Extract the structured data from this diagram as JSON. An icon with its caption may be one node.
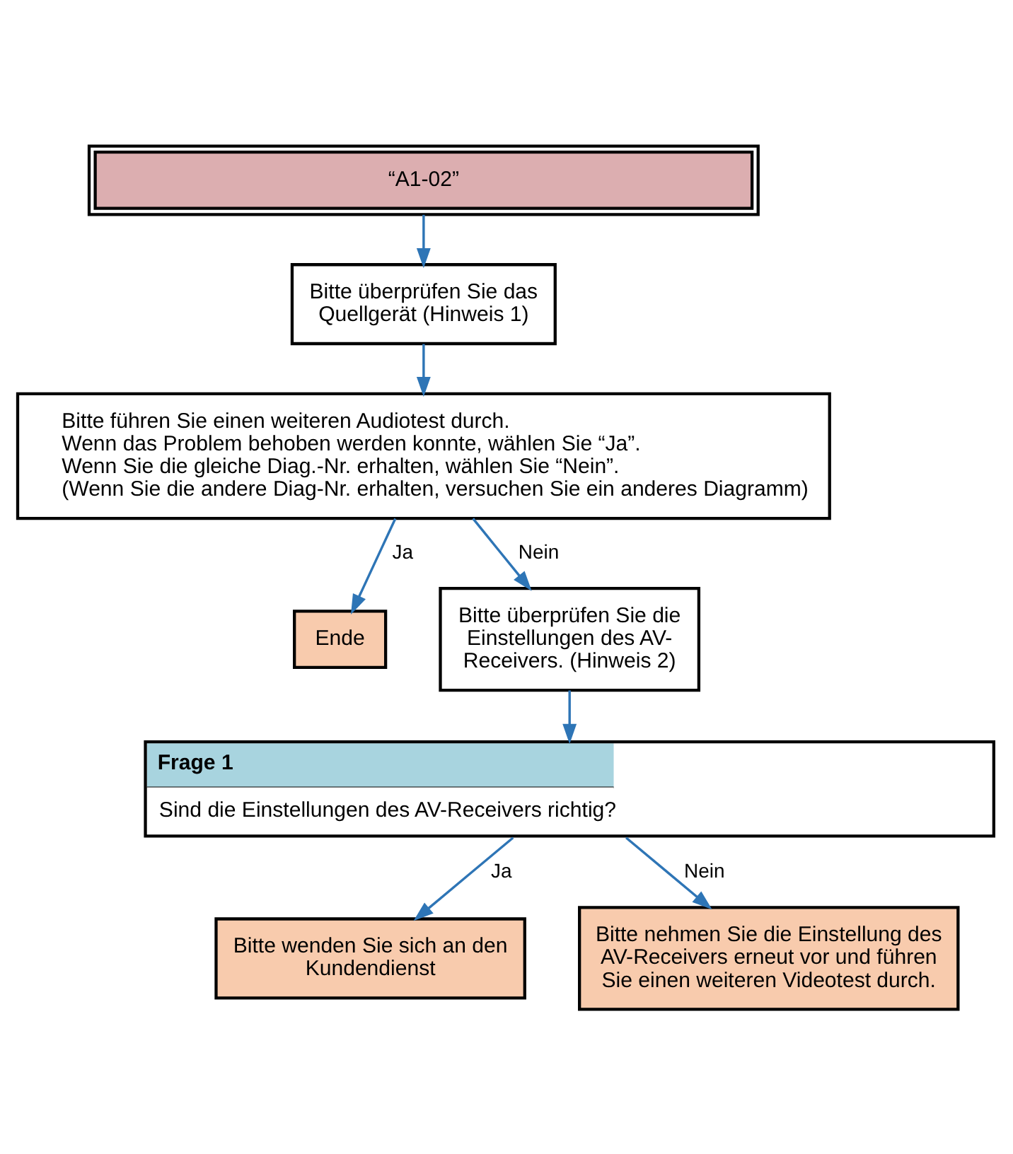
{
  "diagram": {
    "nodes": [
      {
        "text": [
          "“A1-02”"
        ]
      },
      {
        "text": [
          "Bitte überprüfen Sie das Quellgerät (Hinweis 1)"
        ]
      },
      {
        "text": [
          "Bitte führen Sie einen weiteren Audiotest durch.",
          "Wenn das Problem behoben werden konnte, wählen Sie “Ja”.",
          "Wenn Sie die gleiche Diag.-Nr. erhalten, wählen Sie “Nein”.",
          "(Wenn Sie die andere Diag-Nr. erhalten, versuchen Sie ein anderes Diagramm)"
        ]
      },
      {
        "text": [
          "Ende"
        ]
      },
      {
        "text": [
          "Bitte überprüfen Sie die Einstellungen des AV-Receivers. (Hinweis 2)"
        ]
      },
      {
        "text": [
          "Frage 1",
          "Sind die Einstellungen des AV-Receivers richtig?"
        ]
      },
      {
        "text": [
          "Bitte wenden Sie sich an den Kundendienst"
        ]
      },
      {
        "text": [
          "Bitte nehmen Sie die Einstellung des AV-Receivers erneut vor und führen Sie einen weiteren Videotest durch."
        ]
      }
    ],
    "edges": [
      {
        "from": 0,
        "to": 1,
        "arrow": "to"
      },
      {
        "from": 1,
        "to": 2,
        "arrow": "to"
      },
      {
        "from": 2,
        "to": 3,
        "arrow": "to",
        "label": "Ja"
      },
      {
        "from": 2,
        "to": 4,
        "arrow": "to",
        "label": "Nein"
      },
      {
        "from": 4,
        "to": 5,
        "arrow": "to"
      },
      {
        "from": 5,
        "to": 6,
        "arrow": "to",
        "label": "Ja"
      },
      {
        "from": 5,
        "to": 7,
        "arrow": "to",
        "label": "Nein"
      }
    ]
  }
}
